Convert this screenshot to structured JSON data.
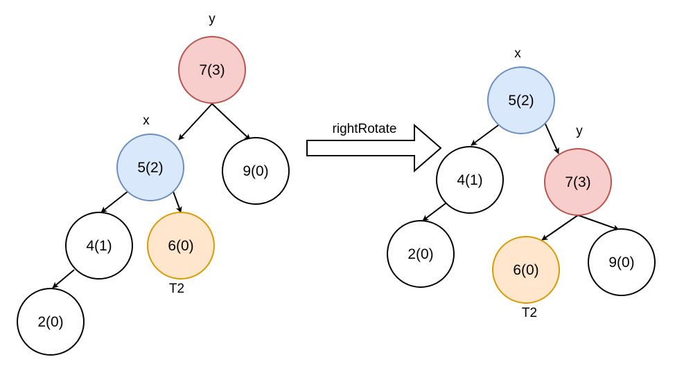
{
  "colors": {
    "red_fill": "#f8cecc",
    "red_stroke": "#b85450",
    "blue_fill": "#dae8fc",
    "blue_stroke": "#6c8ebf",
    "orange_fill": "#ffe6cc",
    "orange_stroke": "#d79b00",
    "plain_fill": "#ffffff",
    "plain_stroke": "#000000"
  },
  "operation": "rightRotate",
  "before": {
    "nodes": {
      "y": {
        "label": "7(3)",
        "tag": "y",
        "style": "red"
      },
      "x": {
        "label": "5(2)",
        "tag": "x",
        "style": "blue"
      },
      "n9": {
        "label": "9(0)",
        "style": "plain"
      },
      "n4": {
        "label": "4(1)",
        "style": "plain"
      },
      "t2": {
        "label": "6(0)",
        "tag": "T2",
        "style": "orange"
      },
      "n2": {
        "label": "2(0)",
        "style": "plain"
      }
    },
    "edges": [
      [
        "y",
        "x"
      ],
      [
        "y",
        "n9"
      ],
      [
        "x",
        "n4"
      ],
      [
        "x",
        "t2"
      ],
      [
        "n4",
        "n2"
      ]
    ]
  },
  "after": {
    "nodes": {
      "x": {
        "label": "5(2)",
        "tag": "x",
        "style": "blue"
      },
      "n4": {
        "label": "4(1)",
        "style": "plain"
      },
      "y": {
        "label": "7(3)",
        "tag": "y",
        "style": "red"
      },
      "n2": {
        "label": "2(0)",
        "style": "plain"
      },
      "t2": {
        "label": "6(0)",
        "tag": "T2",
        "style": "orange"
      },
      "n9": {
        "label": "9(0)",
        "style": "plain"
      }
    },
    "edges": [
      [
        "x",
        "n4"
      ],
      [
        "x",
        "y"
      ],
      [
        "n4",
        "n2"
      ],
      [
        "y",
        "t2"
      ],
      [
        "y",
        "n9"
      ]
    ]
  }
}
